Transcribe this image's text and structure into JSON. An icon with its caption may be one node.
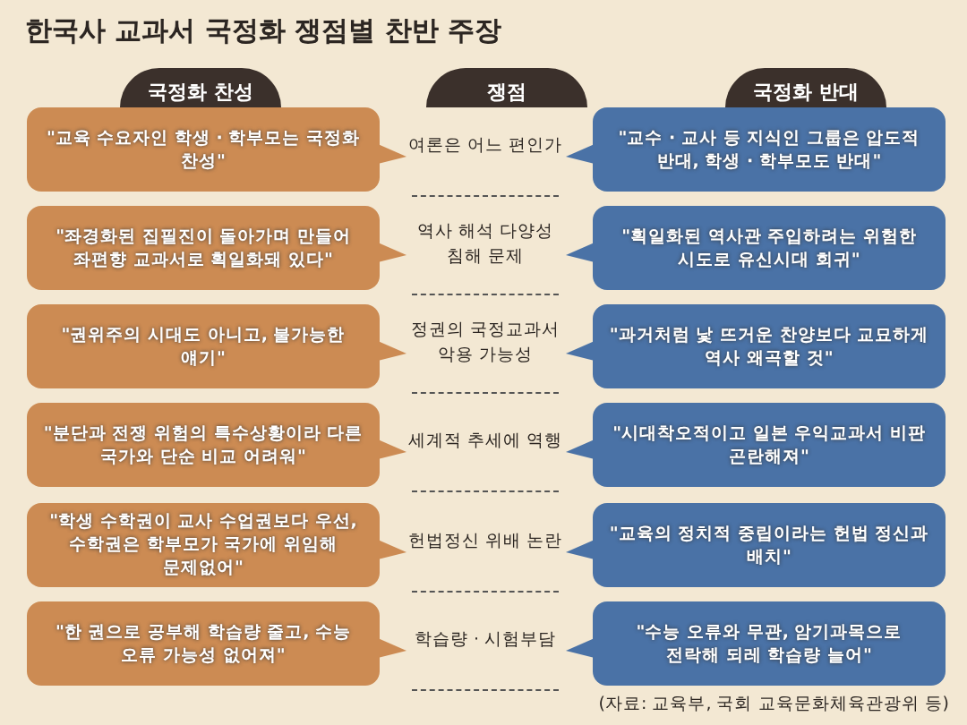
{
  "diagram": {
    "title": "한국사 교과서 국정화 쟁점별 찬반 주장",
    "nodes": [
      {
        "text": [
          "국정화 찬성"
        ]
      },
      {
        "text": [
          "쟁점"
        ]
      },
      {
        "text": [
          "국정화 반대"
        ]
      },
      {
        "text": [
          "\"교육 수요자인 학생 · 학부모는 국정화 찬성\""
        ]
      },
      {
        "text": [
          "\"교수 · 교사 등 지식인 그룹은 압도적 반대, 학생 · 학부모도 반대\""
        ]
      },
      {
        "text": [
          "\"좌경화된 집필진이 돌아가며 만들어 좌편향 교과서로 획일화돼 있다\""
        ]
      },
      {
        "text": [
          "\"획일화된 역사관 주입하려는 위험한 시도로 유신시대 회귀\""
        ]
      },
      {
        "text": [
          "\"권위주의 시대도 아니고, 불가능한 얘기\""
        ]
      },
      {
        "text": [
          "\"과거처럼 낯 뜨거운 찬양보다 교묘하게 역사 왜곡할 것\""
        ]
      },
      {
        "text": [
          "\"분단과 전쟁 위험의 특수상황이라 다른 국가와 단순 비교 어려워\""
        ]
      },
      {
        "text": [
          "\"시대착오적이고 일본 우익교과서 비판 곤란해져\""
        ]
      },
      {
        "text": [
          "\"학생 수학권이 교사 수업권보다 우선, 수학권은 학부모가 국가에 위임해 문제없어\""
        ]
      },
      {
        "text": [
          "\"교육의 정치적 중립이라는 헌법 정신과 배치\""
        ]
      },
      {
        "text": [
          "\"한 권으로 공부해 학습량 줄고, 수능 오류 가능성 없어져\""
        ]
      },
      {
        "text": [
          "\"수능 오류와 무관, 암기과목으로 전락해 되레 학습량 늘어\""
        ]
      }
    ],
    "labels": [
      "여론은 어느 편인가",
      "역사 해석 다양성 침해 문제",
      "정권의 국정교과서 악용 가능성",
      "세계적 추세에 역행",
      "헌법정신 위배 논란",
      "학습량 · 시험부담"
    ],
    "caption": "(자료: 교육부, 국회 교육문화체육관광위 등)"
  }
}
